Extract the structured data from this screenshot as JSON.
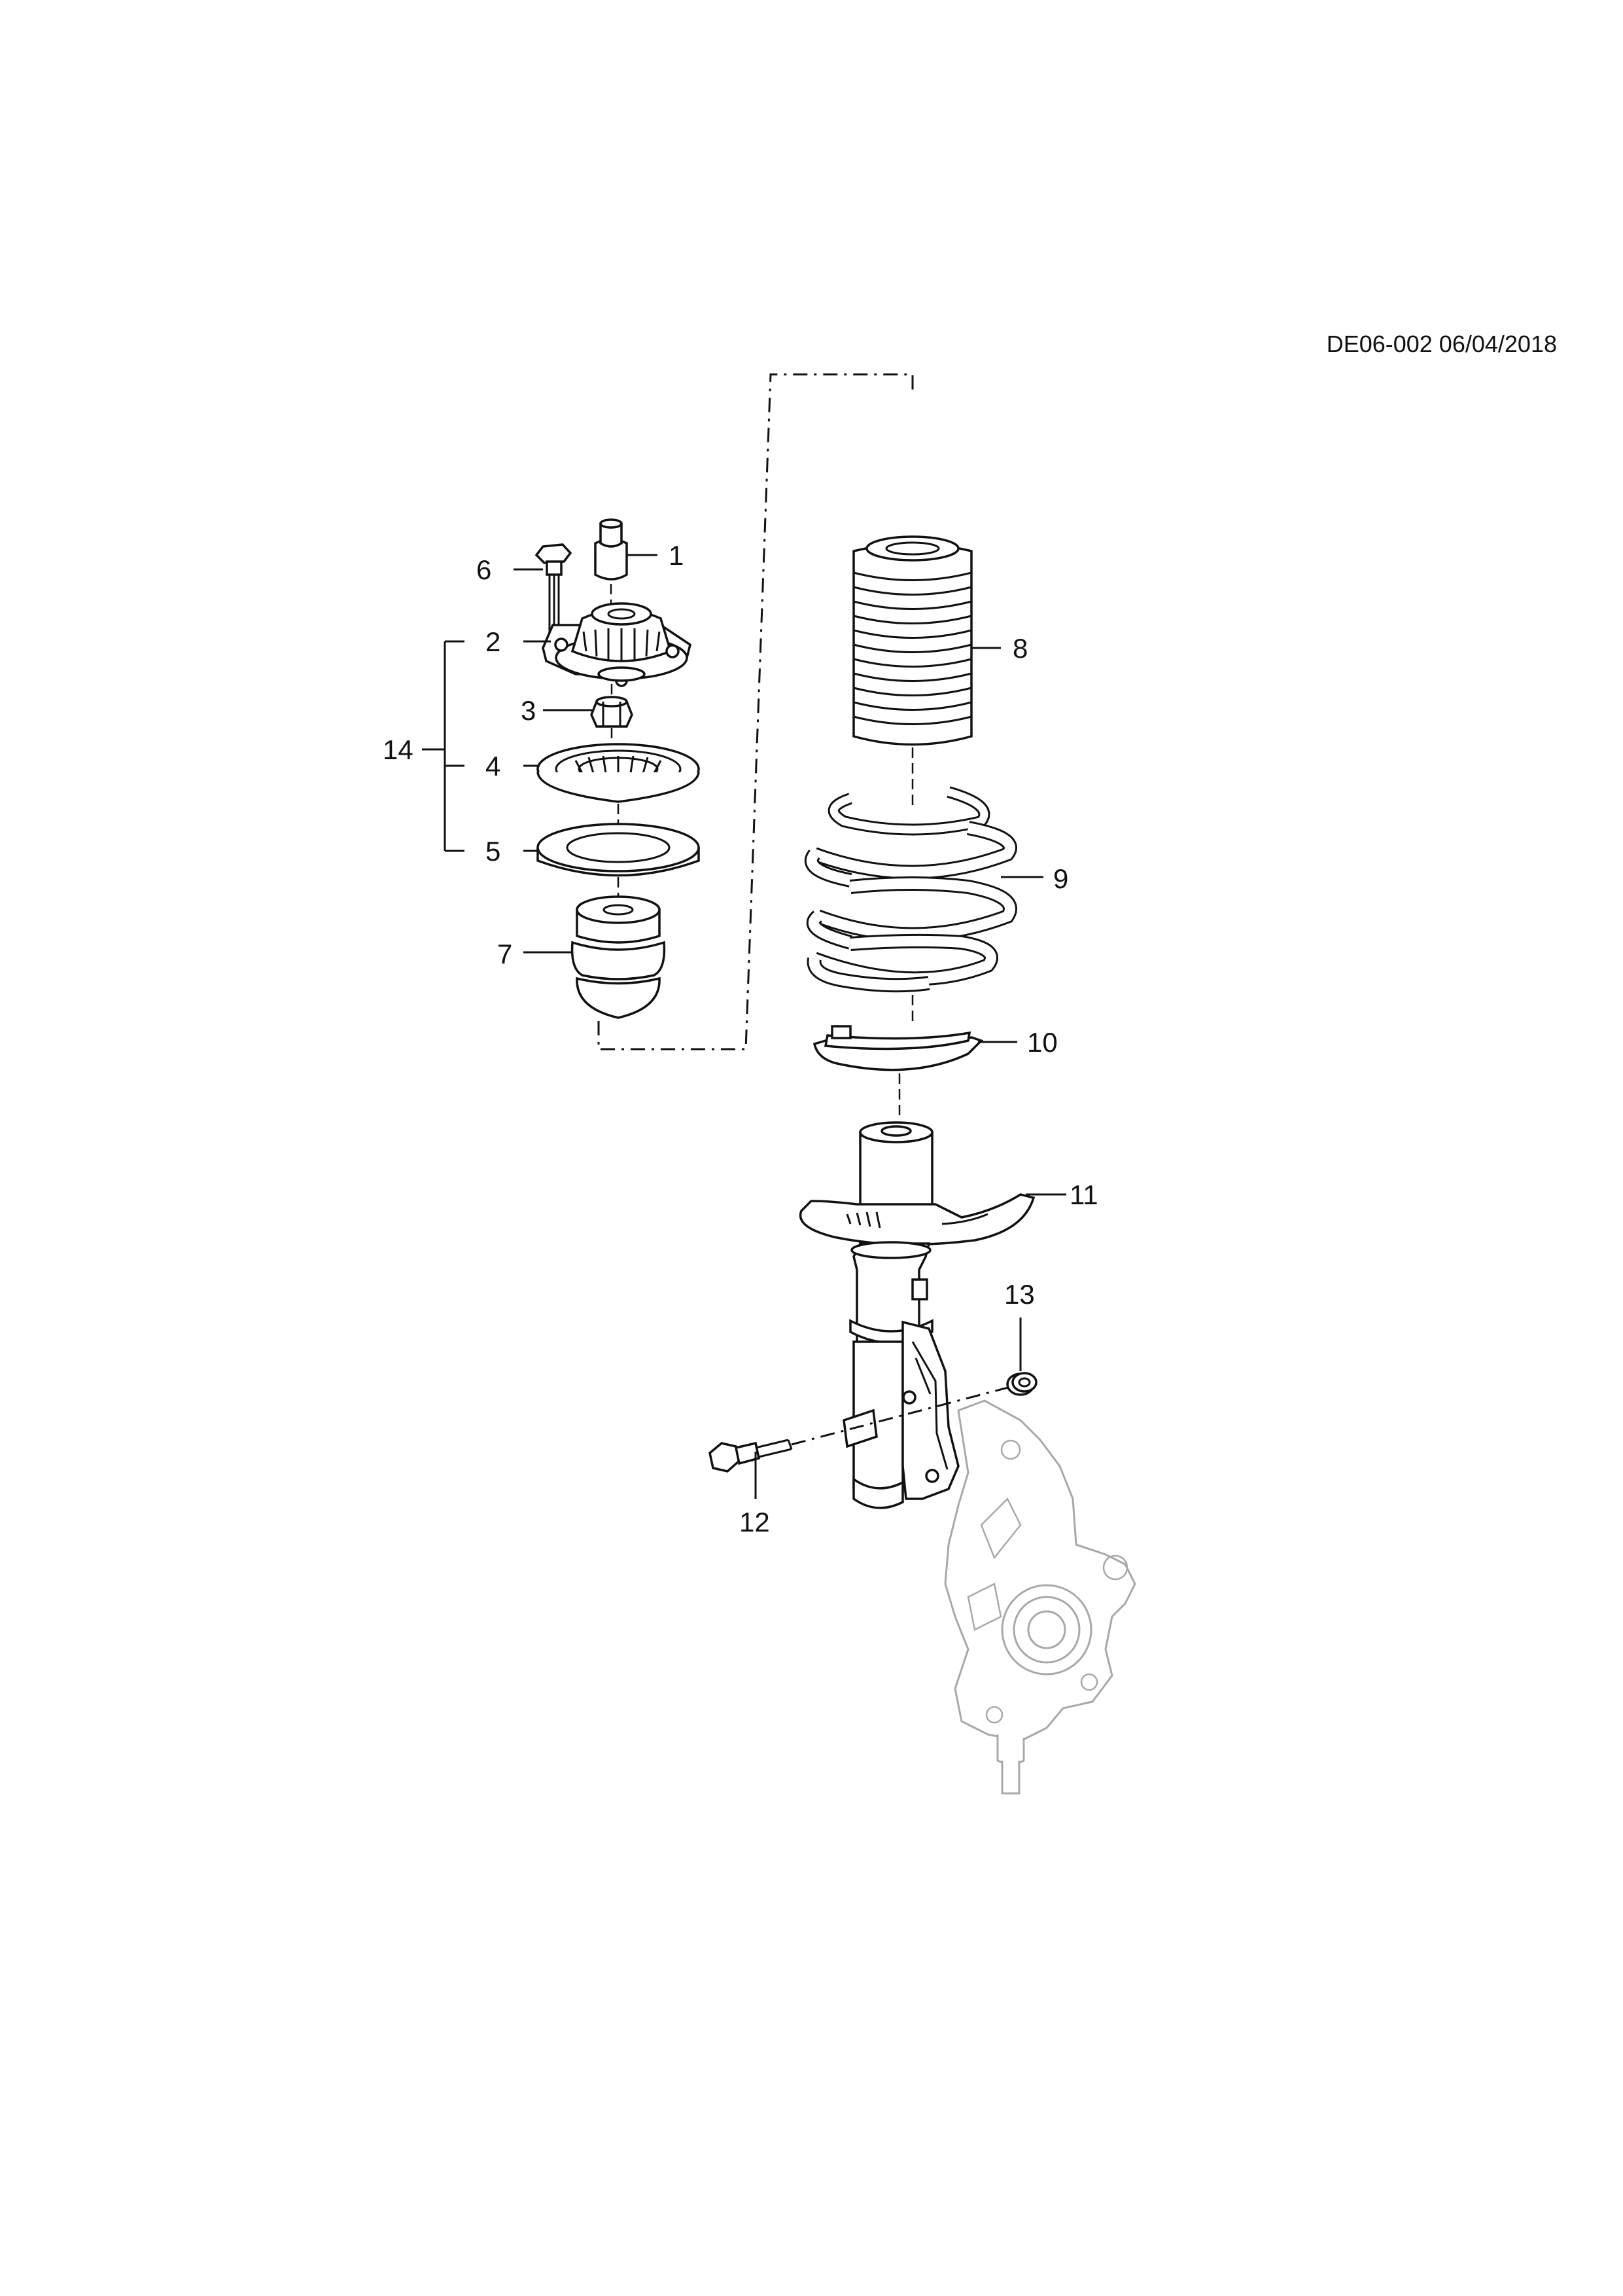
{
  "header": {
    "doc_code": "DE06-002 06/04/2018"
  },
  "callouts": {
    "c1": "1",
    "c2": "2",
    "c3": "3",
    "c4": "4",
    "c5": "5",
    "c6": "6",
    "c7": "7",
    "c8": "8",
    "c9": "9",
    "c10": "10",
    "c11": "11",
    "c12": "12",
    "c13": "13",
    "c14": "14"
  },
  "colors": {
    "line": "#111111",
    "ghost": "#a8a8a8",
    "background": "#ffffff"
  }
}
